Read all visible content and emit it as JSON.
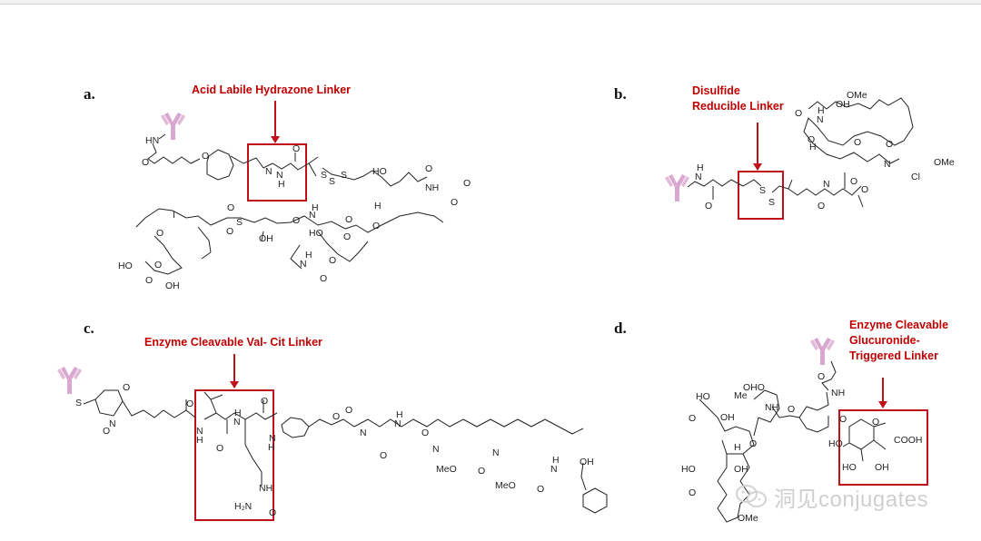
{
  "figure": {
    "panels": [
      {
        "id": "a",
        "label": "a.",
        "linker_label": "Acid Labile Hydrazone Linker",
        "linker_color": "#c00000"
      },
      {
        "id": "b",
        "label": "b.",
        "linker_label_lines": [
          "Disulfide",
          "Reducible Linker"
        ],
        "linker_color": "#c00000"
      },
      {
        "id": "c",
        "label": "c.",
        "linker_label": "Enzyme Cleavable  Val- Cit Linker",
        "linker_color": "#c00000"
      },
      {
        "id": "d",
        "label": "d.",
        "linker_label_lines": [
          "Enzyme Cleavable",
          "Glucuronide-",
          "Triggered Linker"
        ],
        "linker_color": "#c00000"
      }
    ],
    "atom_labels": {
      "a": [
        "HN",
        "O",
        "O",
        "N",
        "N",
        "H",
        "O",
        "S",
        "S",
        "S",
        "HO",
        "O",
        "NH",
        "O",
        "O",
        "H",
        "I",
        "O",
        "S",
        "O",
        "OH",
        "O",
        "N",
        "H",
        "HO",
        "O",
        "O",
        "O",
        "O",
        "N",
        "H",
        "O",
        "HO",
        "O",
        "OH"
      ],
      "b": [
        "N",
        "H",
        "O",
        "S",
        "S",
        "O",
        "N",
        "O",
        "O",
        "O",
        "N",
        "H",
        "O",
        "OH",
        "OMe",
        "H",
        "O",
        "O",
        "N",
        "Cl",
        "OMe"
      ],
      "c": [
        "S",
        "O",
        "N",
        "O",
        "O",
        "N",
        "H",
        "O",
        "N",
        "H",
        "O",
        "N",
        "H",
        "NH",
        "H2N",
        "O",
        "O",
        "O",
        "N",
        "N",
        "H",
        "O",
        "N",
        "MeO",
        "O",
        "N",
        "MeO",
        "O",
        "N",
        "H",
        "OH"
      ],
      "d": [
        "O",
        "NH",
        "OHO",
        "Me",
        "NH",
        "O",
        "HO",
        "O",
        "OH",
        "O",
        "H",
        "O",
        "HO",
        "OH",
        "O",
        "O",
        "COOH",
        "HO",
        "HO",
        "OH",
        "OMe"
      ]
    },
    "antibody_color": "#d9a7d0",
    "box_color": "#c0101a"
  },
  "watermark": {
    "text": "洞见conjugates",
    "icon": "wechat-icon"
  }
}
